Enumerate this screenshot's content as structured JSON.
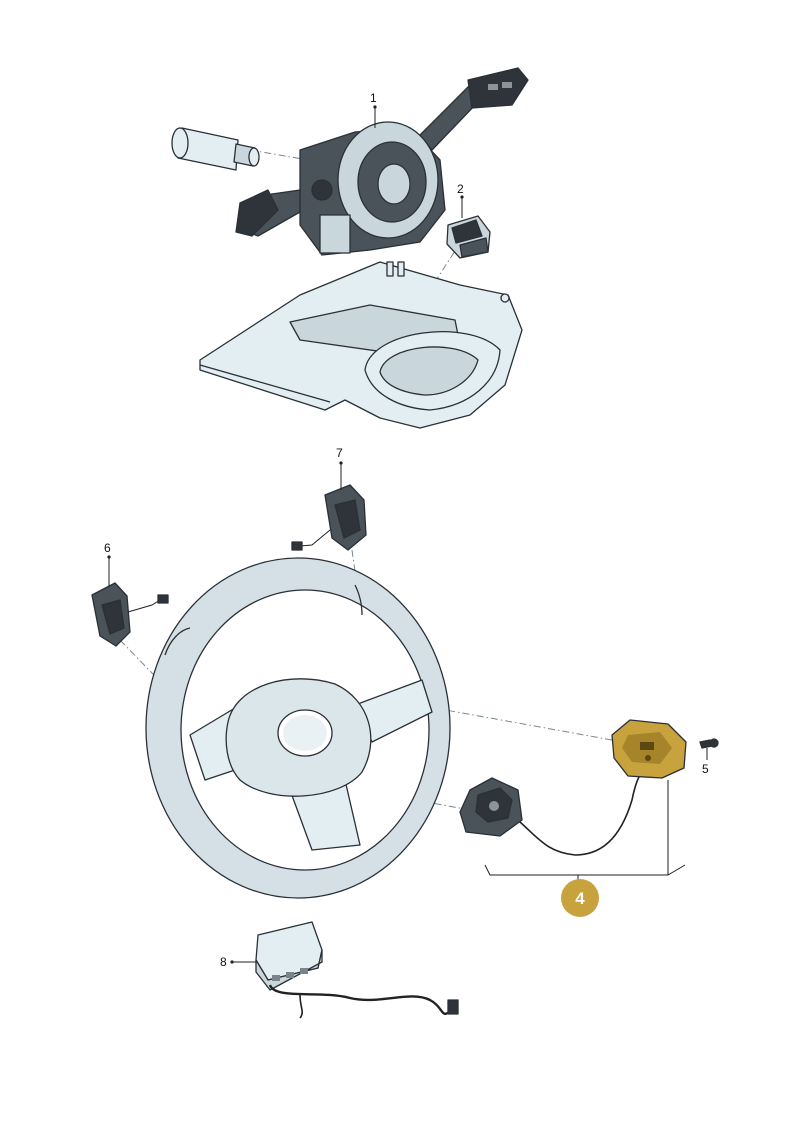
{
  "diagram": {
    "callouts": [
      {
        "id": "1",
        "label": "1"
      },
      {
        "id": "2",
        "label": "2"
      },
      {
        "id": "4",
        "label": "4"
      },
      {
        "id": "5",
        "label": "5"
      },
      {
        "id": "6",
        "label": "6"
      },
      {
        "id": "7",
        "label": "7"
      },
      {
        "id": "8",
        "label": "8"
      }
    ],
    "highlight_color": "#c8a23c",
    "badge_color": "#c8a23c",
    "line_color": "#222222"
  }
}
